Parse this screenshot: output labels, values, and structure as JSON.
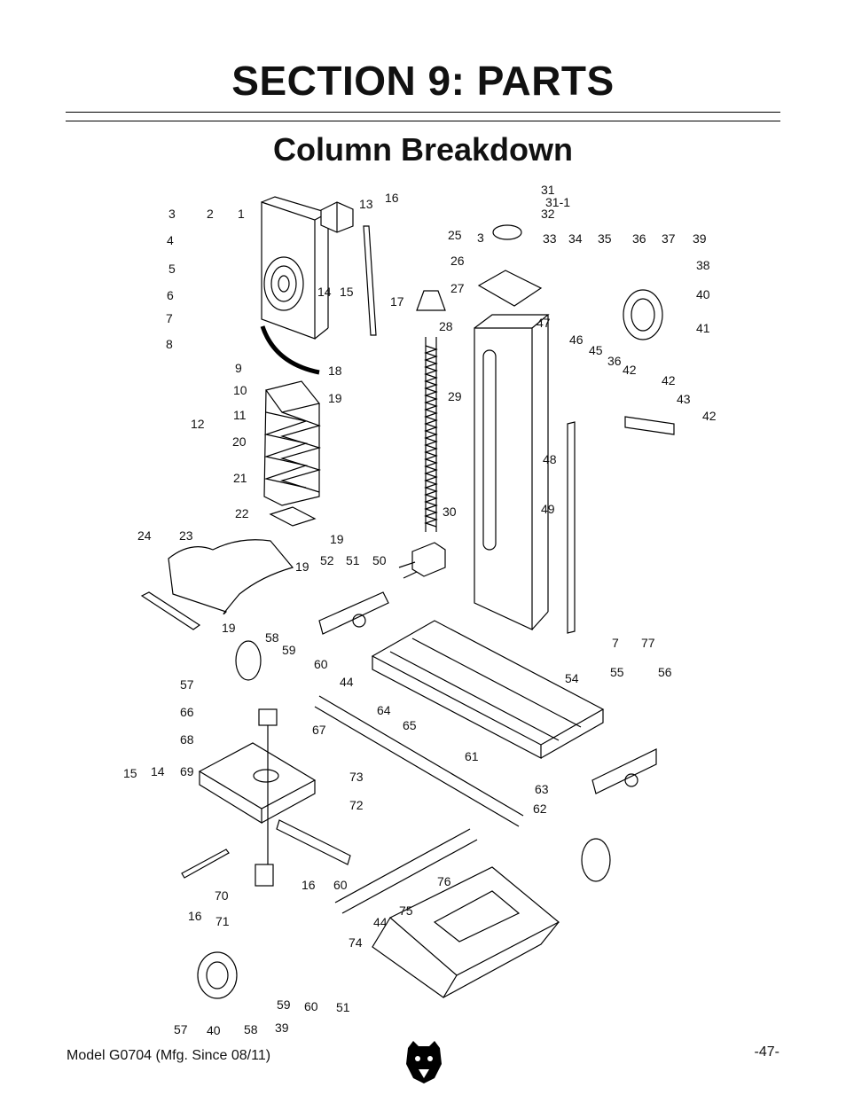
{
  "header": {
    "section_title": "SECTION 9: PARTS",
    "subtitle": "Column Breakdown"
  },
  "footer": {
    "model": "Model G0704 (Mfg. Since 08/11)",
    "page": "-47-",
    "logo_icon": "grizzly-bear-logo-icon"
  },
  "callouts": {
    "c1": "1",
    "c2": "2",
    "c3a": "3",
    "c3b": "3",
    "c4": "4",
    "c5": "5",
    "c6": "6",
    "c7a": "7",
    "c7b": "7",
    "c8": "8",
    "c9": "9",
    "c10": "10",
    "c11": "11",
    "c12": "12",
    "c13": "13",
    "c14a": "14",
    "c14b": "14",
    "c15a": "15",
    "c15b": "15",
    "c16a": "16",
    "c16b": "16",
    "c16c": "16",
    "c17": "17",
    "c18": "18",
    "c19a": "19",
    "c19b": "19",
    "c19c": "19",
    "c19d": "19",
    "c20": "20",
    "c21": "21",
    "c22": "22",
    "c23": "23",
    "c24": "24",
    "c25": "25",
    "c26": "26",
    "c27": "27",
    "c28": "28",
    "c29": "29",
    "c30": "30",
    "c31": "31",
    "c31_1": "31-1",
    "c32": "32",
    "c33": "33",
    "c34": "34",
    "c35": "35",
    "c36a": "36",
    "c36b": "36",
    "c37": "37",
    "c38": "38",
    "c39a": "39",
    "c39b": "39",
    "c40a": "40",
    "c40b": "40",
    "c41": "41",
    "c42a": "42",
    "c42b": "42",
    "c42c": "42",
    "c43": "43",
    "c44a": "44",
    "c44b": "44",
    "c45": "45",
    "c46": "46",
    "c47": "47",
    "c48": "48",
    "c49": "49",
    "c50": "50",
    "c51a": "51",
    "c51b": "51",
    "c52": "52",
    "c54": "54",
    "c55": "55",
    "c56": "56",
    "c57a": "57",
    "c57b": "57",
    "c58a": "58",
    "c58b": "58",
    "c59a": "59",
    "c59b": "59",
    "c60a": "60",
    "c60b": "60",
    "c60c": "60",
    "c61": "61",
    "c62": "62",
    "c63": "63",
    "c64": "64",
    "c65": "65",
    "c66": "66",
    "c67": "67",
    "c68": "68",
    "c69": "69",
    "c70": "70",
    "c71": "71",
    "c72": "72",
    "c73": "73",
    "c74": "74",
    "c75": "75",
    "c76": "76",
    "c77": "77"
  }
}
